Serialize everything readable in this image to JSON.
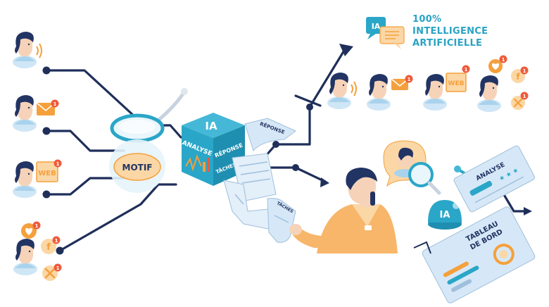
{
  "header": {
    "line1": "100%",
    "line2": "INTELLIGENCE",
    "line3": "ARTIFICIELLE"
  },
  "badges": {
    "ia_chat": "IA",
    "count": "1"
  },
  "labels": {
    "web": "WEB",
    "facebook": "f",
    "motif": "MOTIF",
    "cube_ia": "IA",
    "cube_analyse": "ANALYSE",
    "cube_reponse": "RÉPONSE",
    "cube_taches": "TÂCHES",
    "doc_reponse": "RÉPONSE",
    "doc_taches": "TÂCHES",
    "dome_ia": "IA",
    "card_analyse": "ANALYSE",
    "card_tableau_1": "TABLEAU",
    "card_tableau_2": "DE BORD"
  },
  "colors": {
    "line": "#1f2f5a",
    "teal": "#2aa6c8",
    "skin": "#f6d3b8",
    "skin_dark": "#e9b793",
    "hair": "#223463",
    "orange": "#f5a03c",
    "orange_light": "#fbd7a6",
    "red_badge": "#ee5b3b",
    "blue_light": "#d6e8f7",
    "shirt": "#f7b66a"
  }
}
